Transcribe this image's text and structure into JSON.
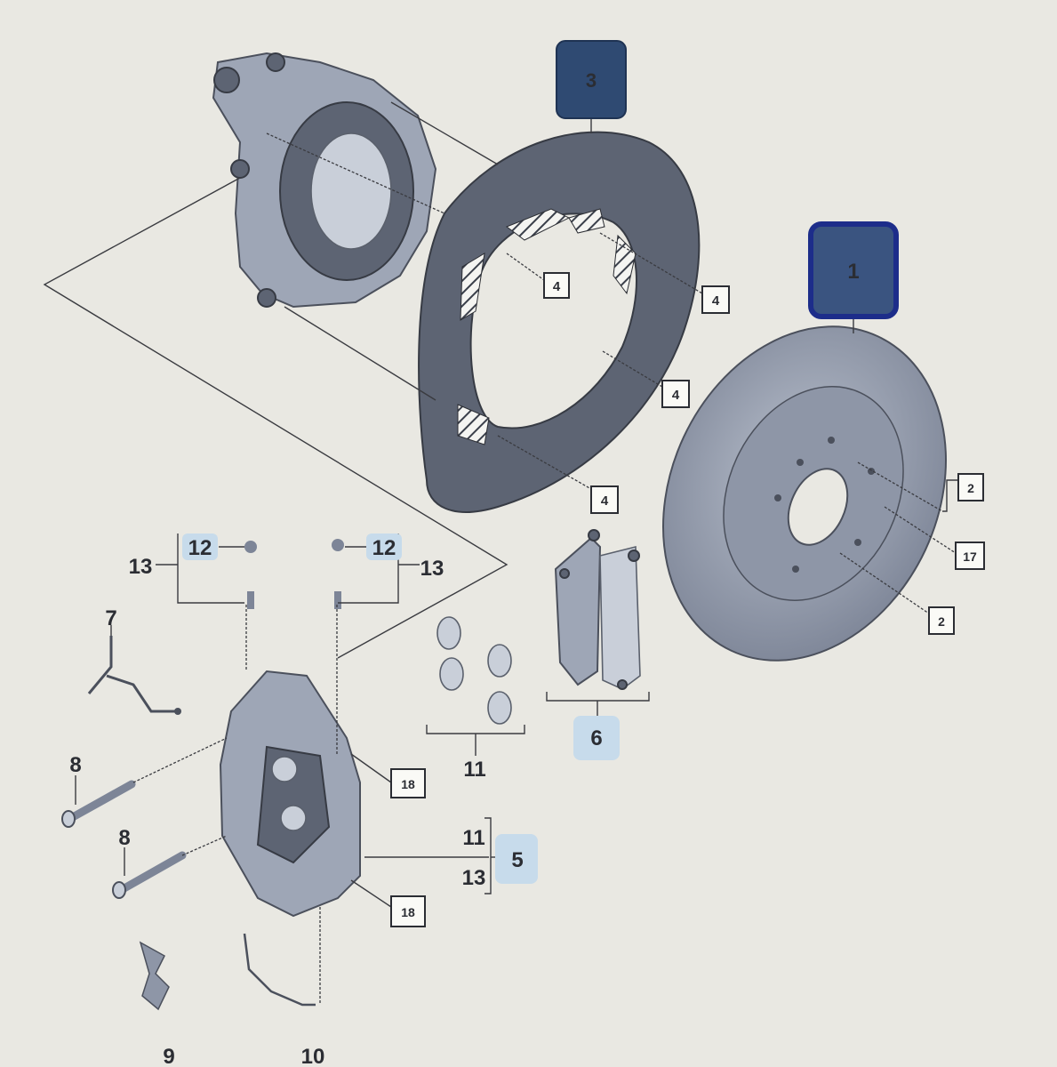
{
  "diagram": {
    "callouts": {
      "c1": "1",
      "c2a": "2",
      "c2b": "2",
      "c3": "3",
      "c4a": "4",
      "c4b": "4",
      "c4c": "4",
      "c4d": "4",
      "c5": "5",
      "c6": "6",
      "c7": "7",
      "c8a": "8",
      "c8b": "8",
      "c9": "9",
      "c10": "10",
      "c11a": "11",
      "c11b": "11",
      "c12a": "12",
      "c12b": "12",
      "c13a": "13",
      "c13b": "13",
      "c13c": "13",
      "c17": "17",
      "c18a": "18",
      "c18b": "18"
    },
    "colors": {
      "background": "#e9e8e2",
      "highlight_dark": "#2f4a72",
      "highlight_light": "#c7dbeb",
      "part": "#9ea6b6"
    }
  }
}
